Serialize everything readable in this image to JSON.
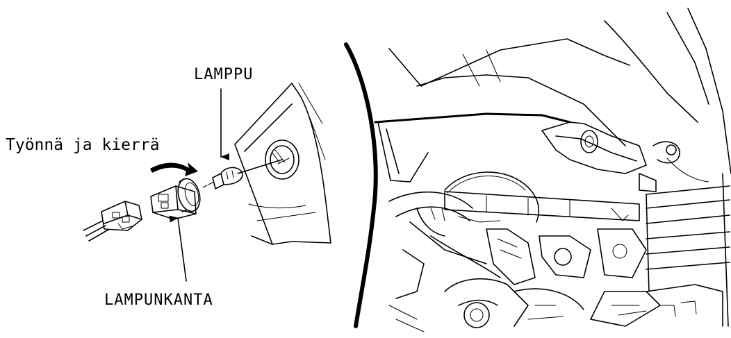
{
  "labels": {
    "bulb": "LAMPPU",
    "instruction": "Työnnä ja kierrä",
    "socket": "LAMPUNKANTA"
  },
  "colors": {
    "ink": "#000000",
    "paper": "#ffffff"
  }
}
